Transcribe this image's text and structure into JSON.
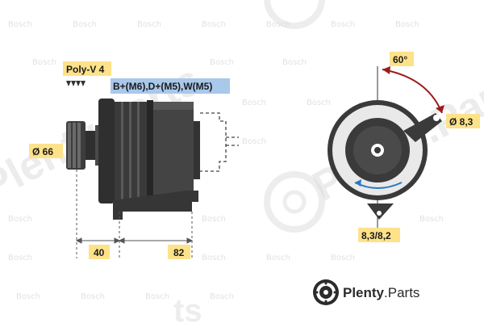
{
  "colors": {
    "label_bg": "#fde28a",
    "terminal_bg": "#a9c8ea",
    "rotation_arrow": "#9b1c1c",
    "fan_arrow": "#2a78c2",
    "body_dark": "#2f2f2f",
    "body_mid": "#5a5a5a",
    "watermark": "#e2e2e2"
  },
  "icons": {
    "belt_icon": "poly-v-belt-profile-icon",
    "logo_icon": "plenty-brake-disc-logo-icon"
  },
  "labels": {
    "belt": "Poly-V 4",
    "terminals": "B+(M6),D+(M5),W(M5)",
    "pulley_diameter": "Ø 66",
    "dim_40": "40",
    "dim_82": "82",
    "angle": "60°",
    "hole": "Ø 8,3",
    "mount_hole": "8,3/8,2"
  },
  "watermark": {
    "brand": "Bosch",
    "diagonal": "Plenty.Parts",
    "corner": "ts"
  },
  "logo": {
    "name_bold": "Plenty",
    "name_regular": ".Parts"
  }
}
